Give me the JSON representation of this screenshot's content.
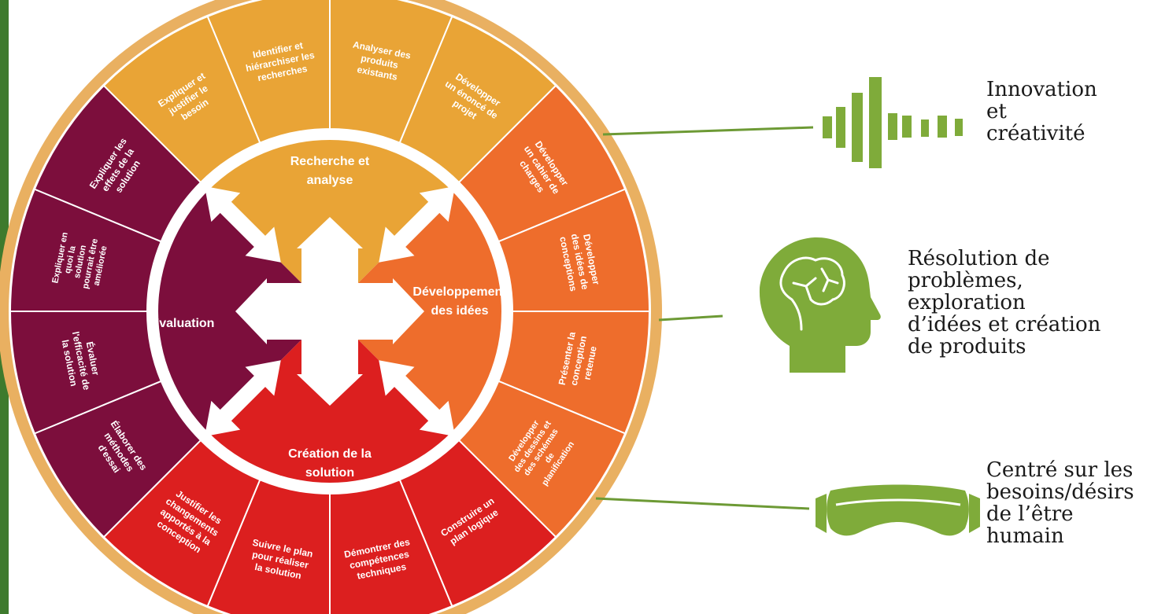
{
  "colors": {
    "research": "#e9a436",
    "development": "#ee6d2c",
    "creation": "#dc1f1f",
    "evaluation": "#7c0e3c",
    "rim": "#e9b061",
    "accent_green": "#7fab3a",
    "line_green": "#6d9a35",
    "sidebar": "#3e7a2d"
  },
  "wheel": {
    "quadrants": [
      {
        "id": "research",
        "lines": [
          "Recherche et",
          "analyse"
        ]
      },
      {
        "id": "development",
        "lines": [
          "Développement",
          "des idées"
        ]
      },
      {
        "id": "creation",
        "lines": [
          "Création de la",
          "solution"
        ]
      },
      {
        "id": "evaluation",
        "lines": [
          "Évaluation"
        ]
      }
    ],
    "segments": [
      {
        "lines": [
          "Identifier et",
          "hiérarchiser les",
          "recherches"
        ]
      },
      {
        "lines": [
          "Analyser des",
          "produits",
          "existants"
        ]
      },
      {
        "lines": [
          "Développer",
          "un énoncé de",
          "projet"
        ]
      },
      {
        "lines": [
          "Développer",
          "un cahier de",
          "charges"
        ]
      },
      {
        "lines": [
          "Développer",
          "des idées de",
          "conceptions"
        ]
      },
      {
        "lines": [
          "Présenter la",
          "conception",
          "retenue"
        ]
      },
      {
        "lines": [
          "Développer",
          "des dessins et",
          "des schémas",
          "de",
          "planification"
        ]
      },
      {
        "lines": [
          "Construire un",
          "plan logique"
        ]
      },
      {
        "lines": [
          "Démontrer des",
          "compétences",
          "techniques"
        ]
      },
      {
        "lines": [
          "Suivre le plan",
          "pour réaliser",
          "la solution"
        ]
      },
      {
        "lines": [
          "Justifier les",
          "changements",
          "apportés à la",
          "conception"
        ]
      },
      {
        "lines": [
          "Élaborer des",
          "méthodes",
          "d'essai"
        ]
      },
      {
        "lines": [
          "Évaluer",
          "l'efficacité de",
          "la solution"
        ]
      },
      {
        "lines": [
          "Expliquer en",
          "quoi la",
          "solution",
          "pourrait être",
          "améliorée"
        ]
      },
      {
        "lines": [
          "Expliquer les",
          "effets de la",
          "solution"
        ]
      },
      {
        "lines": [
          "Expliquer et",
          "justifier le",
          "besoin"
        ]
      }
    ]
  },
  "features": [
    {
      "icon": "sound-wave-icon",
      "lines": [
        "Innovation",
        "et",
        "créativité"
      ]
    },
    {
      "icon": "brain-head-icon",
      "lines": [
        "Résolution de",
        "problèmes,",
        "exploration",
        "d’idées et création",
        "de produits"
      ]
    },
    {
      "icon": "vr-goggles-icon",
      "lines": [
        "Centré sur les",
        "besoins/désirs",
        "de l’être",
        "humain"
      ]
    }
  ]
}
